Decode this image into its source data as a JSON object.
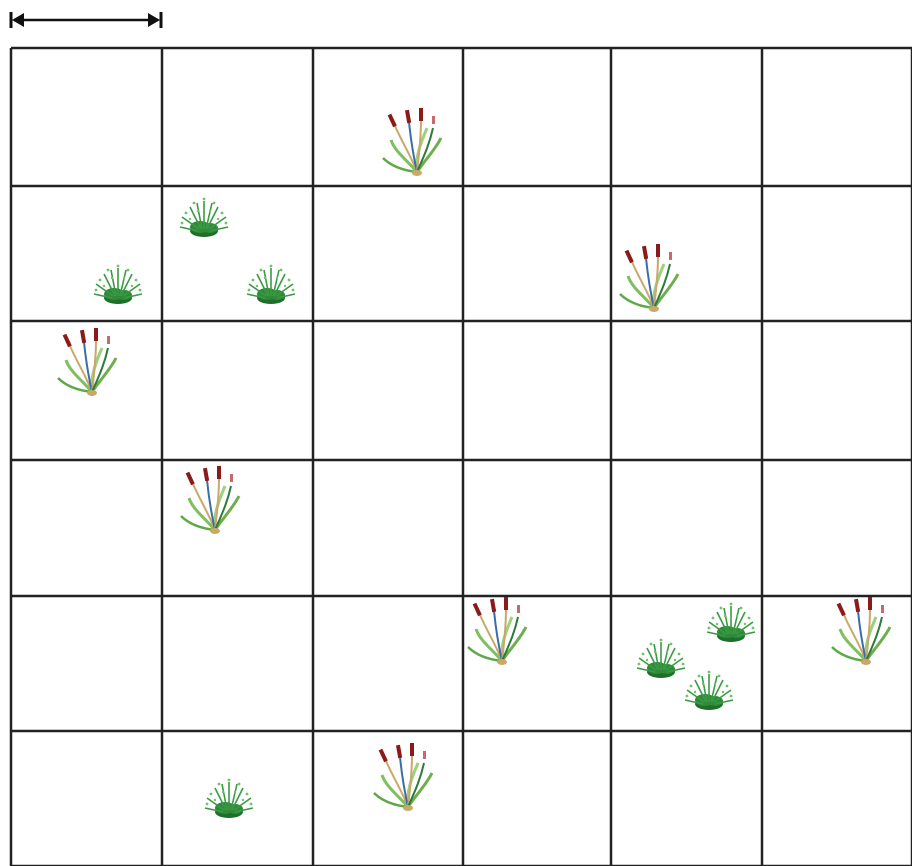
{
  "scale_bar": {
    "kind": "double-headed-arrow",
    "covers_cells": 1
  },
  "grid": {
    "rows": 6,
    "cols": 6,
    "line_color": "#222222",
    "background": "#ffffff"
  },
  "plant_types": {
    "cattail": {
      "icon": "cattail-icon",
      "colors": [
        "#8b1a1a",
        "#7fbf5f",
        "#c9a86a",
        "#3b6ea8",
        "#2f7a3a"
      ]
    },
    "shrub": {
      "icon": "shrub-icon",
      "colors": [
        "#1f6e2a",
        "#3a9a44",
        "#6fc46a"
      ]
    }
  },
  "plants": [
    {
      "type": "cattail",
      "row": 0,
      "col": 2
    },
    {
      "type": "shrub",
      "row": 1,
      "col": 1
    },
    {
      "type": "shrub",
      "row": 1,
      "col": 0
    },
    {
      "type": "shrub",
      "row": 1,
      "col": 1
    },
    {
      "type": "cattail",
      "row": 1,
      "col": 4
    },
    {
      "type": "cattail",
      "row": 2,
      "col": 0
    },
    {
      "type": "cattail",
      "row": 3,
      "col": 1
    },
    {
      "type": "cattail",
      "row": 4,
      "col": 3
    },
    {
      "type": "shrub",
      "row": 4,
      "col": 4
    },
    {
      "type": "shrub",
      "row": 4,
      "col": 4
    },
    {
      "type": "shrub",
      "row": 4,
      "col": 4
    },
    {
      "type": "cattail",
      "row": 4,
      "col": 5
    },
    {
      "type": "shrub",
      "row": 5,
      "col": 1
    },
    {
      "type": "cattail",
      "row": 5,
      "col": 2
    }
  ]
}
